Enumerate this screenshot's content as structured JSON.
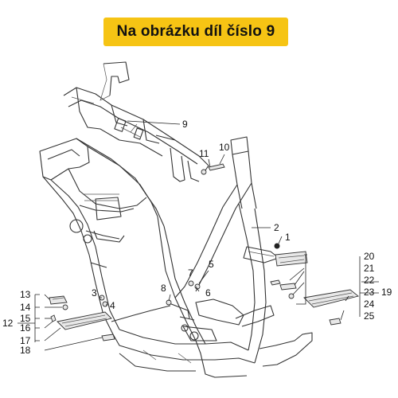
{
  "banner": {
    "text": "Na obrázku díl číslo 9",
    "color": "#f6c414"
  },
  "callouts": [
    "1",
    "2",
    "3",
    "4",
    "5",
    "6",
    "7",
    "8",
    "9",
    "10",
    "11",
    "12",
    "13",
    "14",
    "15",
    "16",
    "17",
    "18",
    "19",
    "20",
    "21",
    "22",
    "23",
    "24",
    "25"
  ]
}
